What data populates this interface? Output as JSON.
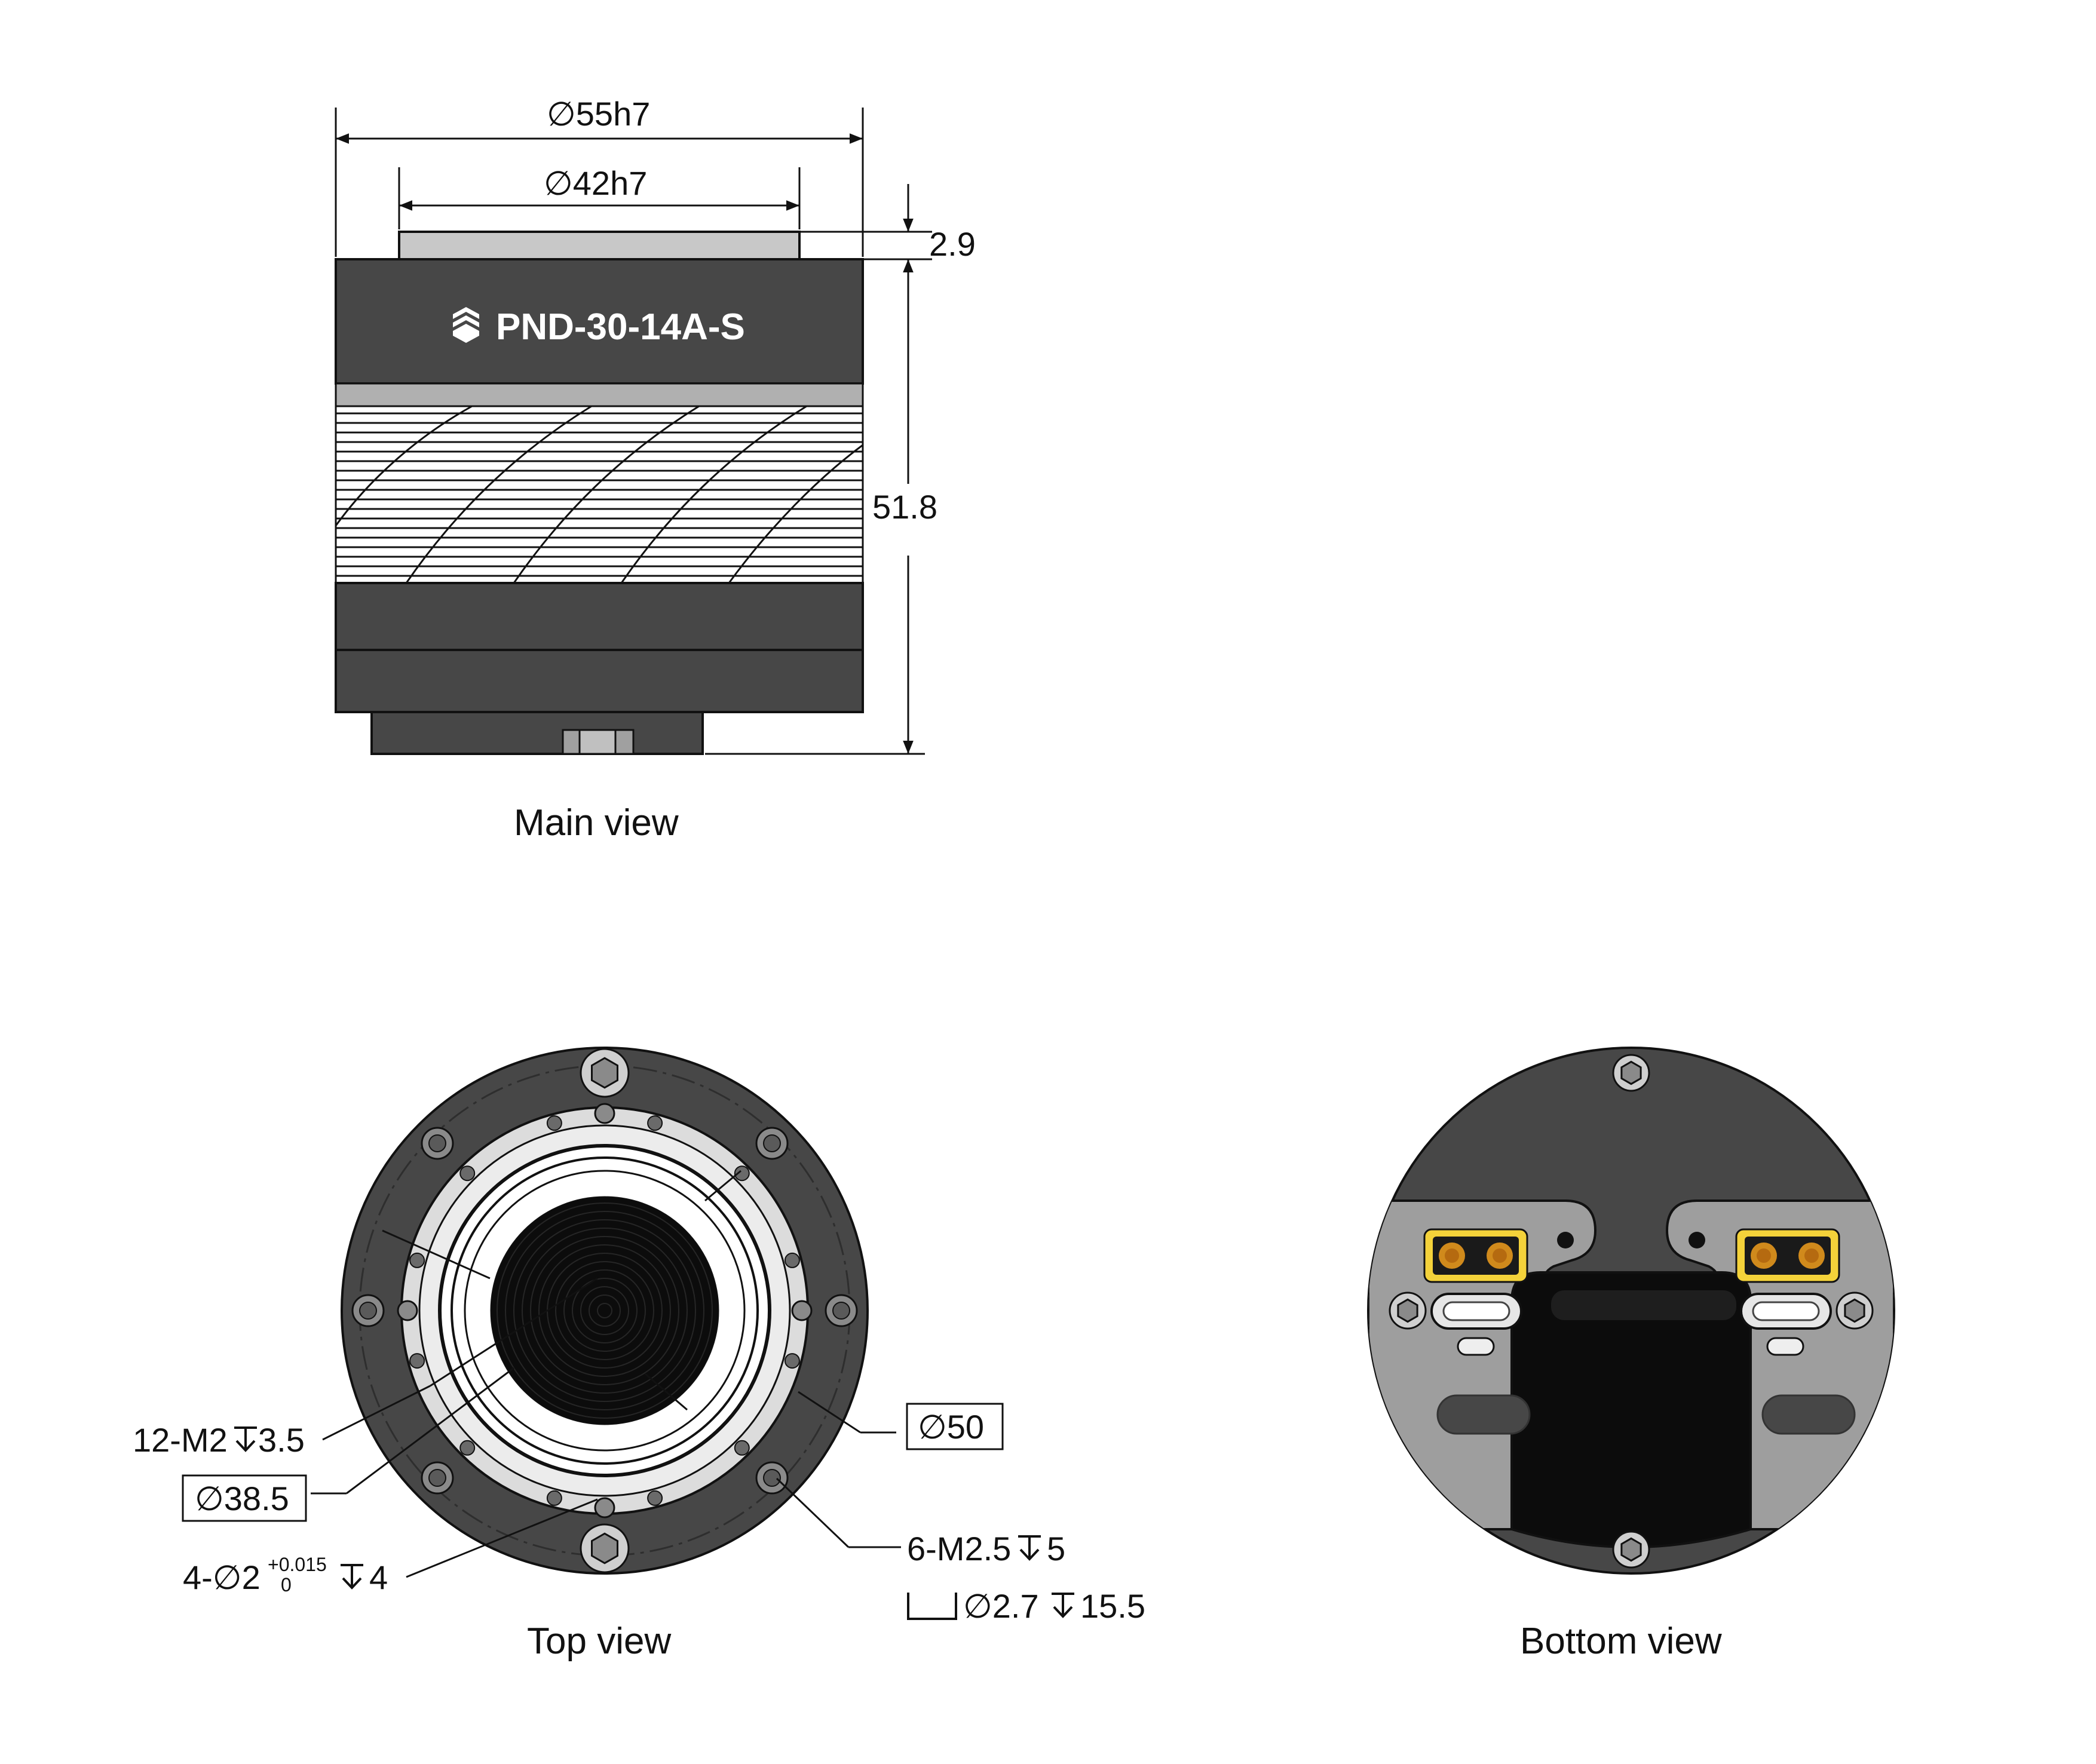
{
  "main_view": {
    "caption": "Main view",
    "model_label": "PND-30-14A-S",
    "dimensions": {
      "outer_diameter": "∅55h7",
      "inner_diameter": "∅42h7",
      "step_height": "2.9",
      "total_height": "51.8"
    }
  },
  "top_view": {
    "caption": "Top view",
    "callouts": {
      "threads_12": "12-M2",
      "threads_12_depth": "3.5",
      "bore_38": "∅38.5",
      "pins_prefix": "4-∅2",
      "pins_tol_upper": "+0.015",
      "pins_tol_lower": "0",
      "pins_depth": "4",
      "bore_50": "∅50",
      "threads_6": "6-M2.5",
      "threads_6_depth": "5",
      "counterbore": "∅2.7",
      "counterbore_depth": "15.5"
    }
  },
  "bottom_view": {
    "caption": "Bottom view"
  },
  "colors": {
    "housing_dark": "#474747",
    "housing_gray": "#9e9e9e",
    "face_black": "#0c0c0c",
    "connector_gold": "#d8a21c",
    "line": "#111111"
  }
}
